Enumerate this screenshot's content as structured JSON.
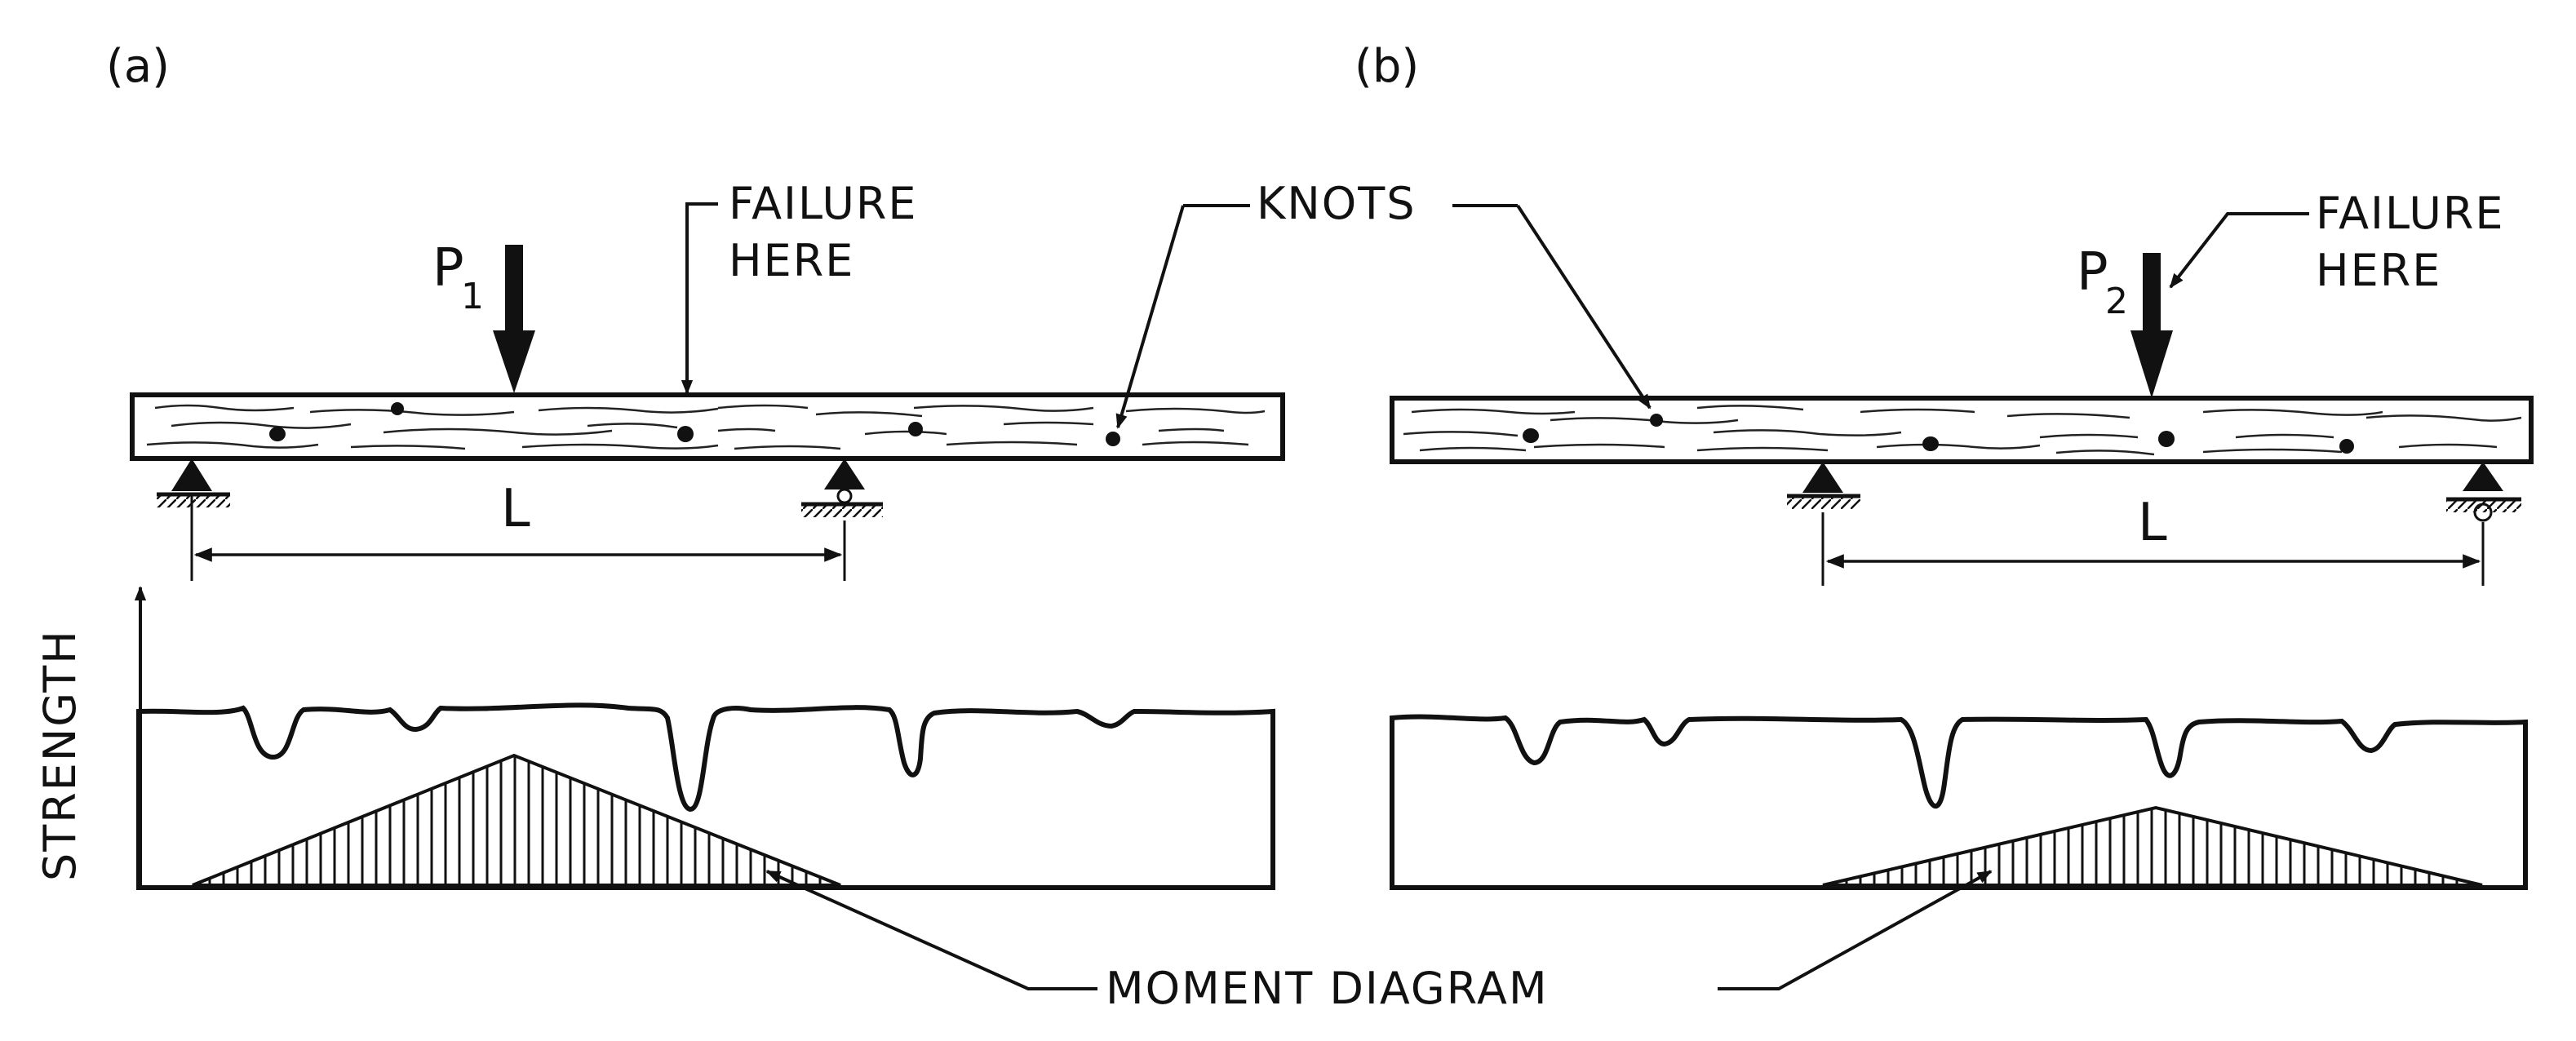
{
  "panels": {
    "a": {
      "label": "(a)",
      "load_symbol": "P",
      "load_subscript": "1",
      "failure_label": [
        "FAILURE",
        "HERE"
      ],
      "span_label": "L"
    },
    "b": {
      "label": "(b)",
      "load_symbol": "P",
      "load_subscript": "2",
      "failure_label": [
        "FAILURE",
        "HERE"
      ],
      "span_label": "L"
    }
  },
  "knots_label": "KNOTS",
  "strength_axis_label": "STRENGTH",
  "moment_diagram_label": "MOMENT DIAGRAM"
}
